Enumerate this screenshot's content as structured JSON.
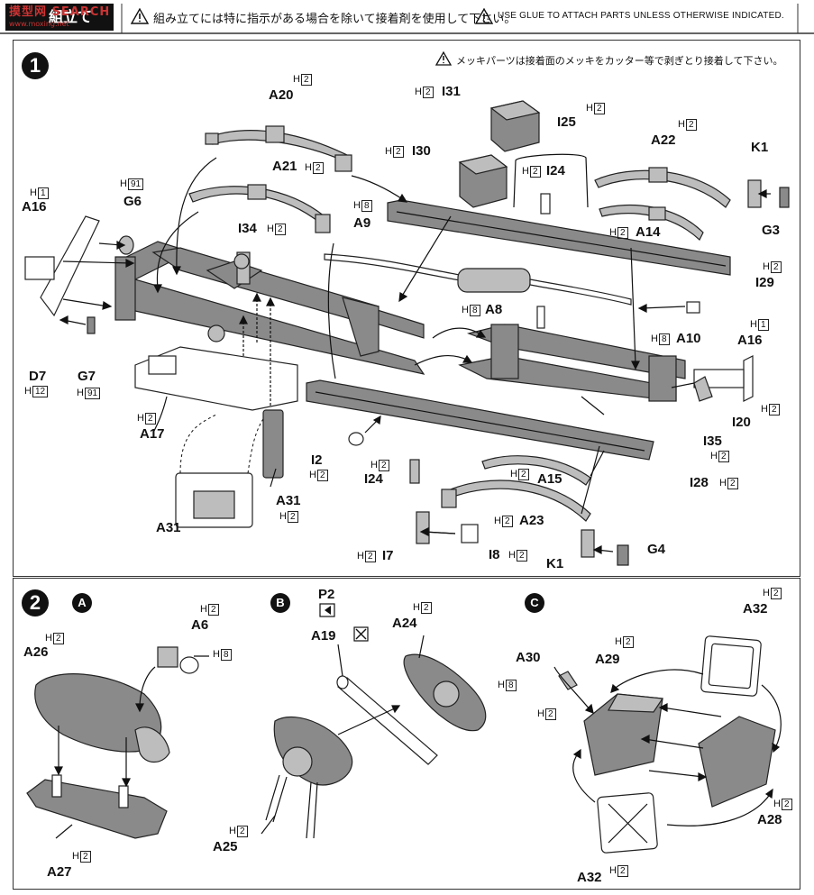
{
  "header": {
    "watermark": "摸型网 SEARCH",
    "watermark_sub": "www.moxing.net",
    "title": "組立て",
    "notice_jp": "組み立てには特に指示がある場合を除いて接着剤を使用して下さい。",
    "notice_en": "USE GLUE TO ATTACH PARTS UNLESS OTHERWISE INDICATED."
  },
  "step1": {
    "number": "1",
    "plating_note": "メッキパーツは接着面のメッキをカッター等で剥ぎとり接着して下さい。",
    "parts": {
      "A20": {
        "label": "A20",
        "runner": "H",
        "runner_no": "2"
      },
      "A21": {
        "label": "A21",
        "runner": "H",
        "runner_no": "2"
      },
      "I31": {
        "label": "I31",
        "runner": "H",
        "runner_no": "2"
      },
      "I30": {
        "label": "I30",
        "runner": "H",
        "runner_no": "2"
      },
      "I25": {
        "label": "I25",
        "runner": "H",
        "runner_no": "2"
      },
      "I24a": {
        "label": "I24",
        "runner": "H",
        "runner_no": "2"
      },
      "A22": {
        "label": "A22",
        "runner": "H",
        "runner_no": "2"
      },
      "K1a": {
        "label": "K1",
        "runner": "",
        "runner_no": ""
      },
      "G3": {
        "label": "G3",
        "runner": "",
        "runner_no": ""
      },
      "A14": {
        "label": "A14",
        "runner": "H",
        "runner_no": "2"
      },
      "I29": {
        "label": "I29",
        "runner": "H",
        "runner_no": "2"
      },
      "A16a": {
        "label": "A16",
        "runner": "H",
        "runner_no": "1"
      },
      "G6": {
        "label": "G6",
        "runner": "H",
        "runner_no": "91"
      },
      "I34": {
        "label": "I34",
        "runner": "H",
        "runner_no": "2"
      },
      "A9": {
        "label": "A9",
        "runner": "H",
        "runner_no": "8"
      },
      "A8": {
        "label": "A8",
        "runner": "H",
        "runner_no": "8"
      },
      "A10": {
        "label": "A10",
        "runner": "H",
        "runner_no": "8"
      },
      "A16b": {
        "label": "A16",
        "runner": "H",
        "runner_no": "1"
      },
      "D7": {
        "label": "D7",
        "runner": "H",
        "runner_no": "12"
      },
      "G7": {
        "label": "G7",
        "runner": "H",
        "runner_no": "91"
      },
      "A17": {
        "label": "A17",
        "runner": "H",
        "runner_no": "2"
      },
      "I20": {
        "label": "I20",
        "runner": "H",
        "runner_no": "2"
      },
      "I35": {
        "label": "I35",
        "runner": "H",
        "runner_no": "2"
      },
      "I2": {
        "label": "I2",
        "runner": "H",
        "runner_no": "2"
      },
      "I24b": {
        "label": "I24",
        "runner": "H",
        "runner_no": "2"
      },
      "A15": {
        "label": "A15",
        "runner": "H",
        "runner_no": "2"
      },
      "I28": {
        "label": "I28",
        "runner": "H",
        "runner_no": "2"
      },
      "A31a": {
        "label": "A31",
        "runner": "H",
        "runner_no": "2"
      },
      "A31b": {
        "label": "A31",
        "runner": "",
        "runner_no": ""
      },
      "A23": {
        "label": "A23",
        "runner": "H",
        "runner_no": "2"
      },
      "I7": {
        "label": "I7",
        "runner": "H",
        "runner_no": "2"
      },
      "I8": {
        "label": "I8",
        "runner": "H",
        "runner_no": "2"
      },
      "K1b": {
        "label": "K1",
        "runner": "",
        "runner_no": ""
      },
      "G4": {
        "label": "G4",
        "runner": "",
        "runner_no": ""
      }
    }
  },
  "step2": {
    "number": "2",
    "sub_a": "A",
    "sub_b": "B",
    "sub_c": "C",
    "p2": "P2",
    "parts": {
      "A26": {
        "label": "A26",
        "runner": "H",
        "runner_no": "2"
      },
      "A6": {
        "label": "A6",
        "runner": "H",
        "runner_no": "2"
      },
      "A6h8": {
        "label": "",
        "runner": "H",
        "runner_no": "8"
      },
      "A27": {
        "label": "A27",
        "runner": "H",
        "runner_no": "2"
      },
      "A19": {
        "label": "A19",
        "runner": "",
        "runner_no": ""
      },
      "A24": {
        "label": "A24",
        "runner": "H",
        "runner_no": "2"
      },
      "A25": {
        "label": "A25",
        "runner": "H",
        "runner_no": "2"
      },
      "A32a": {
        "label": "A32",
        "runner": "H",
        "runner_no": "2"
      },
      "A30": {
        "label": "A30",
        "runner": "H",
        "runner_no": "8"
      },
      "A29": {
        "label": "A29",
        "runner": "H",
        "runner_no": "2"
      },
      "A30h2": {
        "label": "",
        "runner": "H",
        "runner_no": "2"
      },
      "A28": {
        "label": "A28",
        "runner": "H",
        "runner_no": "2"
      },
      "A32b": {
        "label": "A32",
        "runner": "H",
        "runner_no": "2"
      }
    }
  }
}
